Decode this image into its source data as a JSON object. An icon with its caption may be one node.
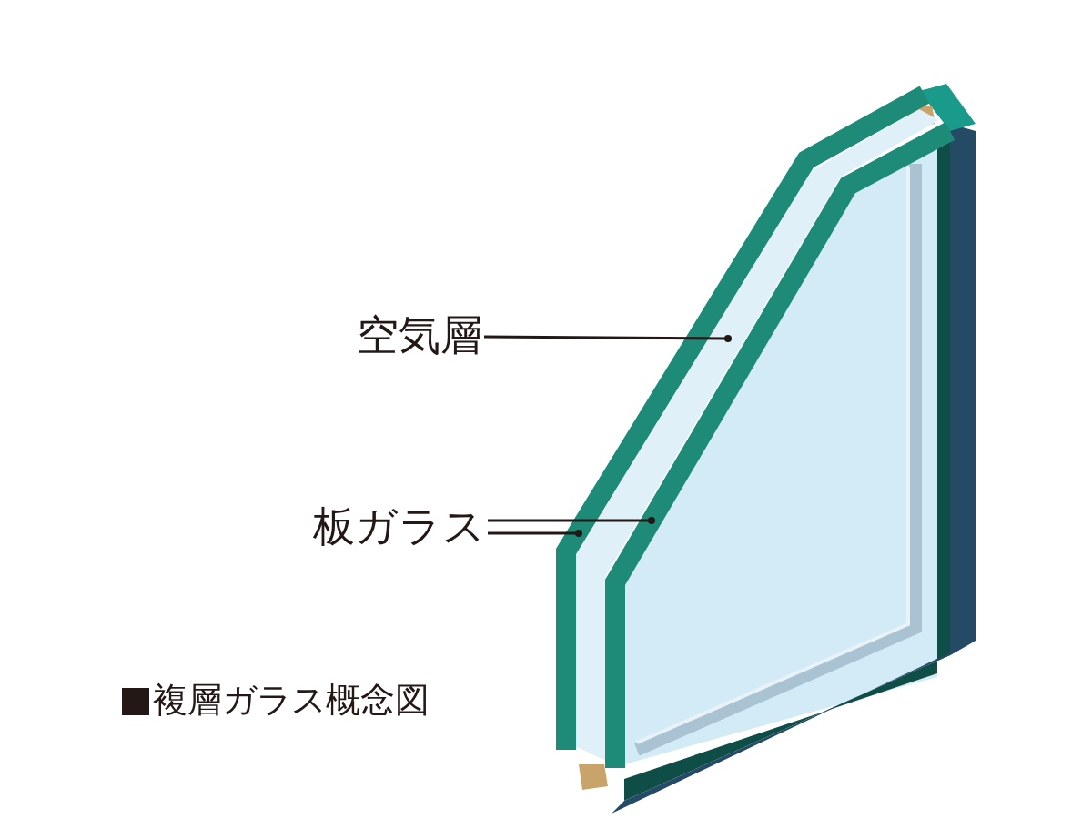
{
  "diagram": {
    "caption": "複層ガラス概念図",
    "nodes": [
      {
        "text": [
          "空気層"
        ]
      },
      {
        "text": [],
        "shape": "box"
      },
      {
        "text": [
          "板ガラス"
        ]
      },
      {
        "text": [],
        "shape": "bar"
      },
      {
        "text": [],
        "shape": "bar"
      }
    ],
    "edges": [
      {
        "from": 0,
        "to": 1,
        "arrow": "other"
      },
      {
        "from": 2,
        "to": 3,
        "arrow": "other"
      },
      {
        "from": 2,
        "to": 4,
        "arrow": "other"
      }
    ]
  }
}
